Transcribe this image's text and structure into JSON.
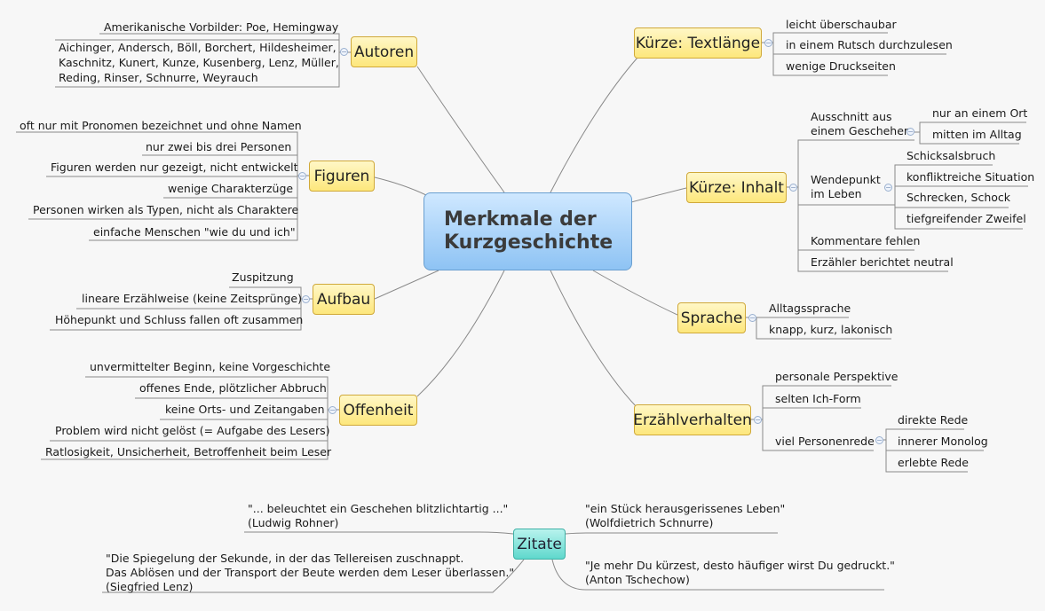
{
  "central": {
    "line1": "Merkmale der",
    "line2": "Kurzgeschichte"
  },
  "autoren": {
    "label": "Autoren",
    "items": [
      "Amerikanische Vorbilder: Poe, Hemingway"
    ],
    "names_lines": [
      "Aichinger, Andersch, Böll, Borchert, Hildesheimer,",
      "Kaschnitz, Kunert, Kunze, Kusenberg, Lenz, Müller,",
      "Reding, Rinser, Schnurre, Weyrauch"
    ]
  },
  "figuren": {
    "label": "Figuren",
    "items": [
      "oft nur mit Pronomen bezeichnet und ohne Namen",
      "nur zwei bis drei Personen",
      "Figuren werden nur gezeigt, nicht entwickelt",
      "wenige Charakterzüge",
      "Personen wirken als Typen, nicht als Charaktere",
      "einfache Menschen \"wie du und ich\""
    ]
  },
  "aufbau": {
    "label": "Aufbau",
    "items": [
      "Zuspitzung",
      "lineare Erzählweise (keine Zeitsprünge)",
      "Höhepunkt und Schluss fallen oft zusammen"
    ]
  },
  "offenheit": {
    "label": "Offenheit",
    "items": [
      "unvermittelter Beginn, keine Vorgeschichte",
      "offenes Ende, plötzlicher Abbruch",
      "keine Orts- und Zeitangaben",
      "Problem wird nicht gelöst (= Aufgabe des Lesers)",
      "Ratlosigkeit, Unsicherheit, Betroffenheit beim Leser"
    ]
  },
  "textlaenge": {
    "label": "Kürze: Textlänge",
    "items": [
      "leicht überschaubar",
      "in einem Rutsch durchzulesen",
      "wenige Druckseiten"
    ]
  },
  "inhalt": {
    "label": "Kürze: Inhalt",
    "ausschnitt": {
      "line1": "Ausschnitt aus",
      "line2": "einem Geschehen",
      "items": [
        "nur an einem Ort",
        "mitten im Alltag"
      ]
    },
    "wendepunkt": {
      "line1": "Wendepunkt",
      "line2": "im Leben",
      "items": [
        "Schicksalsbruch",
        "konfliktreiche Situation",
        "Schrecken, Schock",
        "tiefgreifender Zweifel"
      ]
    },
    "items": [
      "Kommentare fehlen",
      "Erzähler berichtet neutral"
    ]
  },
  "sprache": {
    "label": "Sprache",
    "items": [
      "Alltagssprache",
      "knapp, kurz, lakonisch"
    ]
  },
  "erzaehl": {
    "label": "Erzählverhalten",
    "items": [
      "personale Perspektive",
      "selten Ich-Form"
    ],
    "rede": {
      "label": "viel Personenrede",
      "items": [
        "direkte Rede",
        "innerer Monolog",
        "erlebte Rede"
      ]
    }
  },
  "zitate": {
    "label": "Zitate",
    "q1": {
      "line1": "\"... beleuchtet ein Geschehen blitzlichtartig ...\"",
      "line2": "(Ludwig Rohner)"
    },
    "q2": {
      "line1": "\"Die Spiegelung der Sekunde, in der das Tellereisen zuschnappt.",
      "line2": "Das Ablösen und der Transport der Beute werden dem Leser überlassen.\"",
      "line3": "(Siegfried Lenz)"
    },
    "q3": {
      "line1": "\"ein Stück herausgerissenes Leben\"",
      "line2": "(Wolfdietrich Schnurre)"
    },
    "q4": {
      "line1": "\"Je mehr Du kürzest, desto häufiger wirst Du gedruckt.\"",
      "line2": "(Anton Tschechow)"
    }
  },
  "colors": {
    "branch_fill": "#fde77c",
    "central_fill": "#8ec3f4",
    "quote_fill": "#5fd8cd",
    "line": "#888888"
  }
}
